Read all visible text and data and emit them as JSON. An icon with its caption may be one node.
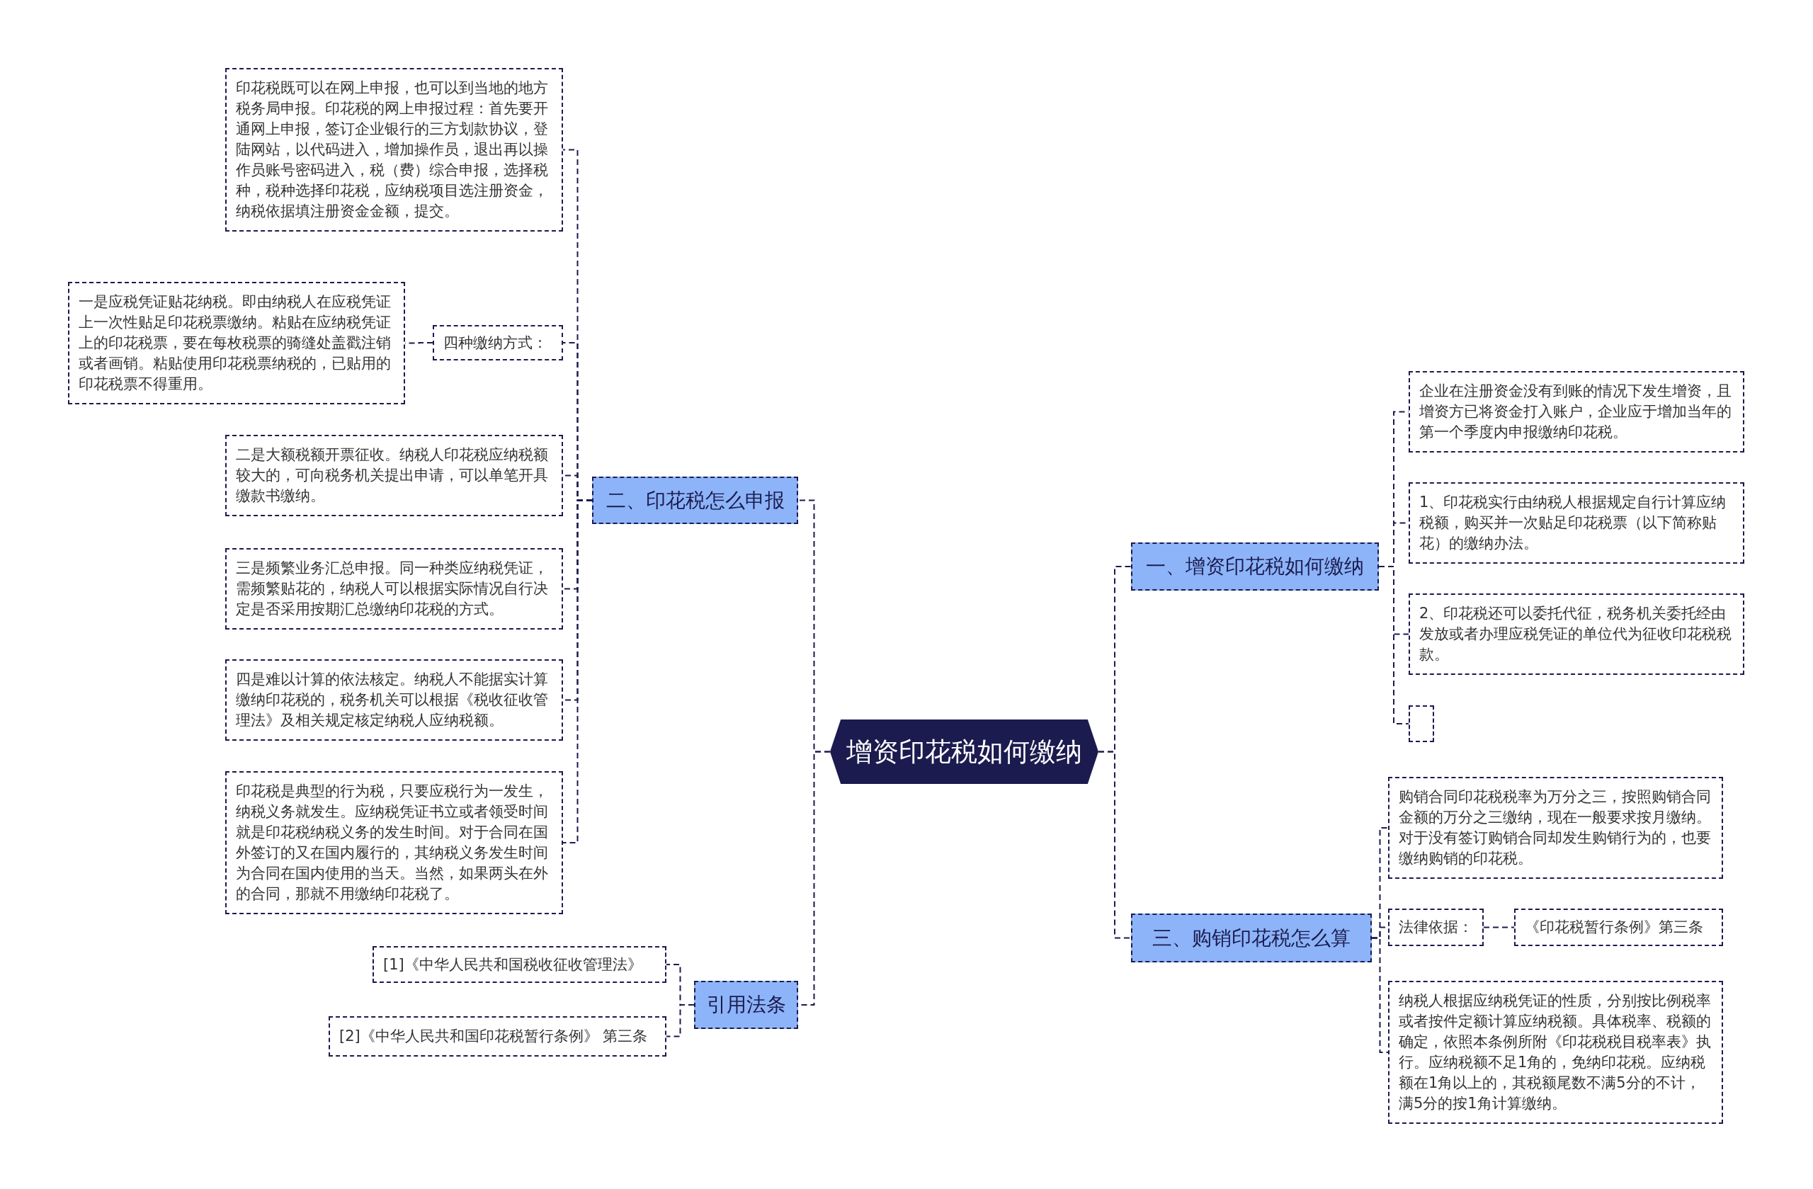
{
  "diagram": {
    "nodes": [
      {
        "text": [
          "增资印花税如何缴纳"
        ]
      },
      {
        "text": [
          "一、增资印花税如何缴纳"
        ]
      },
      {
        "text": [
          "企业在注册资金没有到账的情况下发生增资，且增资方已将资金打入账户，企业应于增加当年的第一个季度内申报缴纳印花税。"
        ]
      },
      {
        "text": [
          "1、印花税实行由纳税人根据规定自行计算应纳税额，购买并一次贴足印花税票（以下简称贴花）的缴纳办法。"
        ]
      },
      {
        "text": [
          "2、印花税还可以委托代征，税务机关委托经由发放或者办理应税凭证的单位代为征收印花税税款。"
        ]
      },
      {
        "text": [],
        "shape": "box"
      },
      {
        "text": [
          "三、购销印花税怎么算"
        ]
      },
      {
        "text": [
          "购销合同印花税税率为万分之三，按照购销合同金额的万分之三缴纳，现在一般要求按月缴纳。对于没有签订购销合同却发生购销行为的，也要缴纳购销的印花税。"
        ]
      },
      {
        "text": [
          "法律依据："
        ]
      },
      {
        "text": [
          "《印花税暂行条例》第三条"
        ]
      },
      {
        "text": [
          "纳税人根据应纳税凭证的性质，分别按比例税率或者按件定额计算应纳税额。具体税率、税额的确定，依照本条例所附《印花税税目税率表》执行。应纳税额不足1角的，免纳印花税。应纳税额在1角以上的，其税额尾数不满5分的不计，满5分的按1角计算缴纳。"
        ]
      },
      {
        "text": [
          "二、印花税怎么申报"
        ]
      },
      {
        "text": [
          "印花税既可以在网上申报，也可以到当地的地方税务局申报。印花税的网上申报过程：首先要开通网上申报，签订企业银行的三方划款协议，登陆网站，以代码进入，增加操作员，退出再以操作员账号密码进入，税（费）综合申报，选择税种，税种选择印花税，应纳税项目选注册资金，纳税依据填注册资金金额，提交。"
        ]
      },
      {
        "text": [
          "四种缴纳方式："
        ]
      },
      {
        "text": [
          "一是应税凭证贴花纳税。即由纳税人在应税凭证上一次性贴足印花税票缴纳。粘贴在应纳税凭证上的印花税票，要在每枚税票的骑缝处盖戳注销或者画销。粘贴使用印花税票纳税的，已贴用的印花税票不得重用。"
        ]
      },
      {
        "text": [
          "二是大额税额开票征收。纳税人印花税应纳税额较大的，可向税务机关提出申请，可以单笔开具缴款书缴纳。"
        ]
      },
      {
        "text": [
          "三是频繁业务汇总申报。同一种类应纳税凭证，需频繁贴花的，纳税人可以根据实际情况自行决定是否采用按期汇总缴纳印花税的方式。"
        ]
      },
      {
        "text": [
          "四是难以计算的依法核定。纳税人不能据实计算缴纳印花税的，税务机关可以根据《税收征收管理法》及相关规定核定纳税人应纳税额。"
        ]
      },
      {
        "text": [
          "印花税是典型的行为税，只要应税行为一发生，纳税义务就发生。应纳税凭证书立或者领受时间就是印花税纳税义务的发生时间。对于合同在国外签订的又在国内履行的，其纳税义务发生时间为合同在国内使用的当天。当然，如果两头在外的合同，那就不用缴纳印花税了。"
        ]
      },
      {
        "text": [
          "引用法条"
        ]
      },
      {
        "text": [
          "[1]《中华人民共和国税收征收管理法》"
        ]
      },
      {
        "text": [
          "[2]《中华人民共和国印花税暂行条例》 第三条"
        ]
      }
    ],
    "edges": [
      {
        "from": 0,
        "to": 1,
        "arrow": "none"
      },
      {
        "from": 1,
        "to": 2,
        "arrow": "none"
      },
      {
        "from": 1,
        "to": 3,
        "arrow": "none"
      },
      {
        "from": 1,
        "to": 4,
        "arrow": "none"
      },
      {
        "from": 1,
        "to": 5,
        "arrow": "none"
      },
      {
        "from": 0,
        "to": 6,
        "arrow": "none"
      },
      {
        "from": 6,
        "to": 7,
        "arrow": "none"
      },
      {
        "from": 6,
        "to": 8,
        "arrow": "none"
      },
      {
        "from": 8,
        "to": 9,
        "arrow": "none"
      },
      {
        "from": 6,
        "to": 10,
        "arrow": "none"
      },
      {
        "from": 0,
        "to": 11,
        "arrow": "none"
      },
      {
        "from": 11,
        "to": 12,
        "arrow": "none"
      },
      {
        "from": 11,
        "to": 13,
        "arrow": "none"
      },
      {
        "from": 13,
        "to": 14,
        "arrow": "none"
      },
      {
        "from": 11,
        "to": 15,
        "arrow": "none"
      },
      {
        "from": 11,
        "to": 16,
        "arrow": "none"
      },
      {
        "from": 11,
        "to": 17,
        "arrow": "none"
      },
      {
        "from": 11,
        "to": 18,
        "arrow": "none"
      },
      {
        "from": 0,
        "to": 19,
        "arrow": "none"
      },
      {
        "from": 19,
        "to": 20,
        "arrow": "none"
      },
      {
        "from": 19,
        "to": 21,
        "arrow": "none"
      }
    ]
  }
}
